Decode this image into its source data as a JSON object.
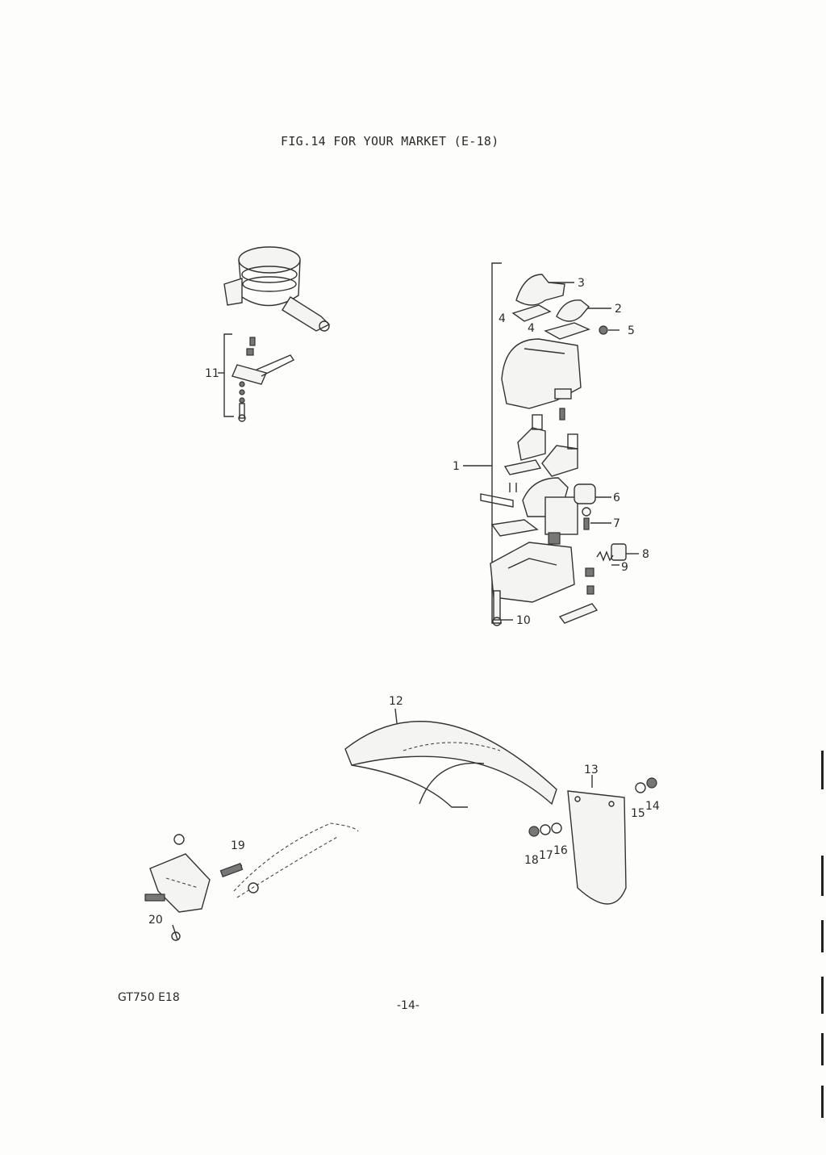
{
  "header": {
    "title": "FIG.14  FOR YOUR MARKET (E-18)"
  },
  "footer": {
    "model_code": "GT750 E18",
    "page_number": "-14-"
  },
  "callouts": {
    "c1": "1",
    "c2": "2",
    "c3": "3",
    "c4a": "4",
    "c4b": "4",
    "c5": "5",
    "c6": "6",
    "c7": "7",
    "c8": "8",
    "c9": "9",
    "c10": "10",
    "c11": "11",
    "c12": "12",
    "c13": "13",
    "c14": "14",
    "c15": "15",
    "c16": "16",
    "c17": "17",
    "c18": "18",
    "c19": "19",
    "c20": "20"
  }
}
